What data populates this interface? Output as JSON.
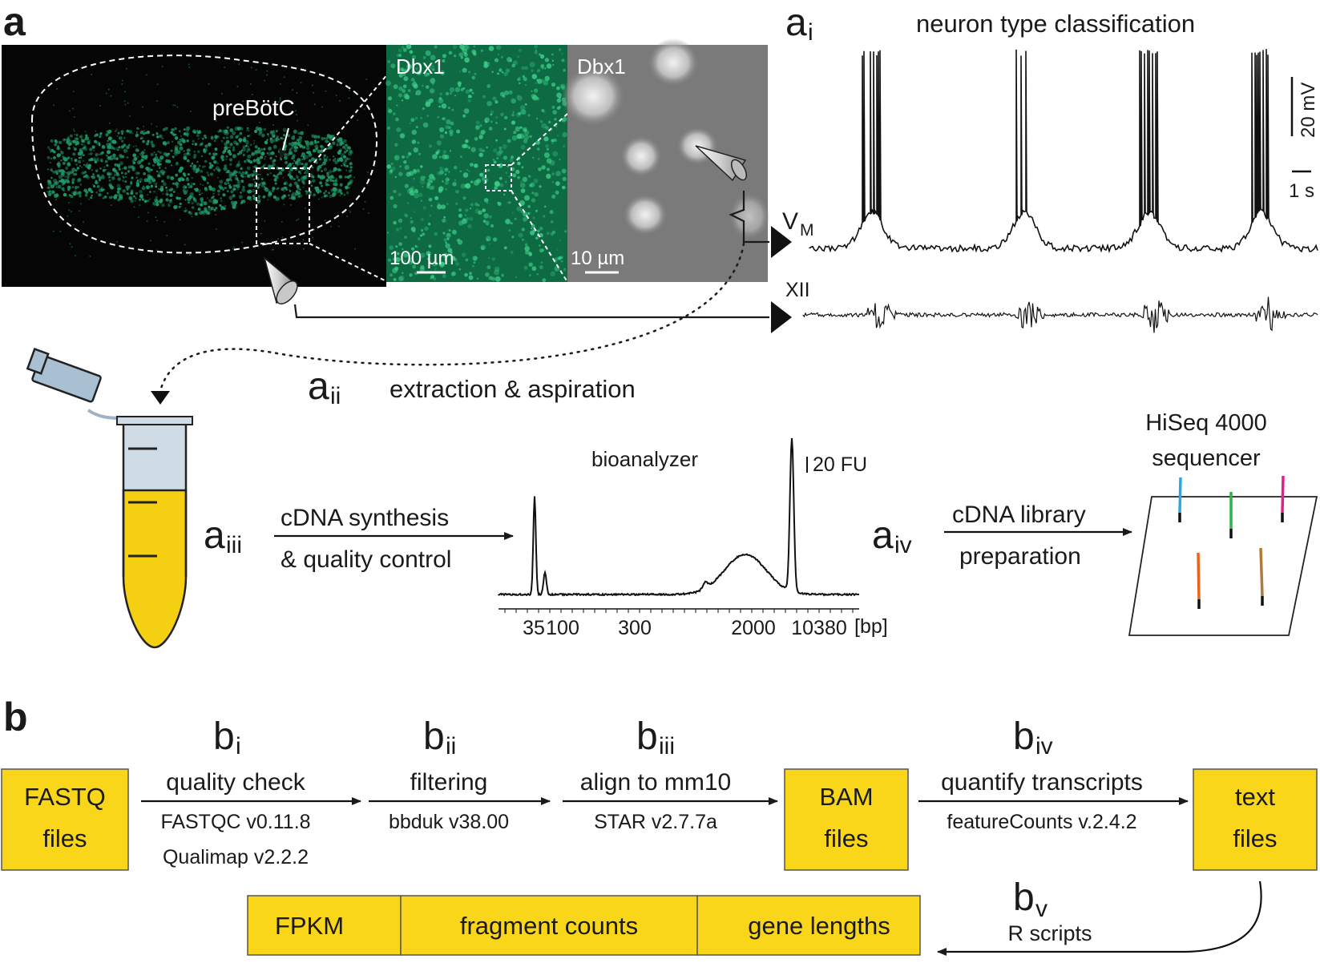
{
  "panels": {
    "a": {
      "label": "a",
      "slice_label": "preBötC",
      "img1_label": "Dbx1",
      "img1_scale": "100 µm",
      "img2_label": "Dbx1",
      "img2_scale": "10 µm"
    },
    "ai": {
      "label_main": "a",
      "label_sub": "i",
      "title": "neuron type classification",
      "trace1_label_main": "V",
      "trace1_label_sub": "M",
      "trace2_label": "XII",
      "scale_v": "20 mV",
      "scale_t": "1 s"
    },
    "aii": {
      "label_main": "a",
      "label_sub": "ii",
      "text": "extraction & aspiration"
    },
    "aiii": {
      "label_main": "a",
      "label_sub": "iii",
      "arrow_top": "cDNA synthesis",
      "arrow_bottom": "& quality control",
      "bioanalyzer_title": "bioanalyzer",
      "fu_label": "20 FU",
      "x_ticks": [
        "35",
        "100",
        "300",
        "2000",
        "10380"
      ],
      "x_unit": "[bp]"
    },
    "aiv": {
      "label_main": "a",
      "label_sub": "iv",
      "arrow_top": "cDNA library",
      "arrow_bottom": "preparation",
      "sequencer_line1": "HiSeq 4000",
      "sequencer_line2": "sequencer",
      "read_colors": [
        "#2aa8e0",
        "#2db34a",
        "#e0218a",
        "#e8641e",
        "#b07a3a"
      ]
    },
    "b": {
      "label": "b",
      "boxes": {
        "fastq_line1": "FASTQ",
        "fastq_line2": "files",
        "bam_line1": "BAM",
        "bam_line2": "files",
        "text_line1": "text",
        "text_line2": "files"
      },
      "steps": [
        {
          "label_main": "b",
          "label_sub": "i",
          "top": "quality check",
          "bottom1": "FASTQC v0.11.8",
          "bottom2": "Qualimap v2.2.2"
        },
        {
          "label_main": "b",
          "label_sub": "ii",
          "top": "filtering",
          "bottom1": "bbduk v38.00"
        },
        {
          "label_main": "b",
          "label_sub": "iii",
          "top": "align to mm10",
          "bottom1": "STAR v2.7.7a"
        },
        {
          "label_main": "b",
          "label_sub": "iv",
          "top": "quantify transcripts",
          "bottom1": "featureCounts v.2.4.2"
        },
        {
          "label_main": "b",
          "label_sub": "v",
          "top": "R scripts"
        }
      ],
      "outputs": [
        "FPKM",
        "fragment counts",
        "gene lengths"
      ]
    }
  },
  "colors": {
    "box_fill": "#f9d61a",
    "green_fluorescence": "#1d8a5a",
    "tube_liquid": "#f5cf12",
    "tube_top": "#cfdbe5"
  }
}
